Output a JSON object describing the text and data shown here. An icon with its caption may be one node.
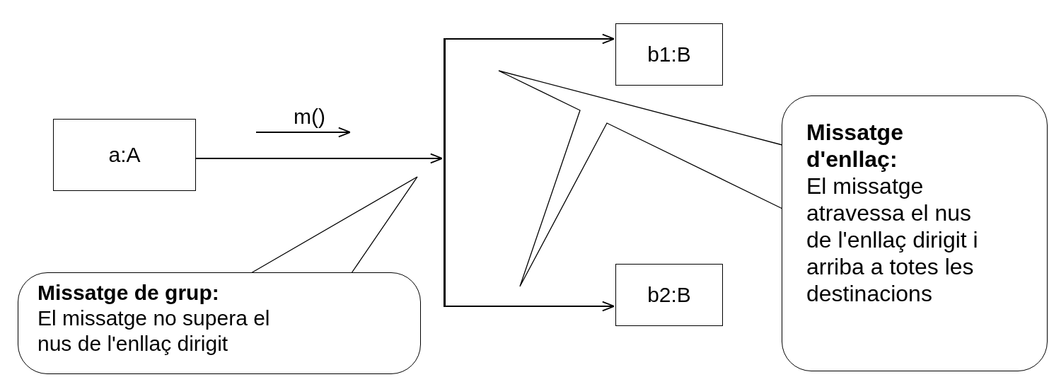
{
  "diagram": {
    "nodes": [
      {
        "text": [
          "a:A"
        ]
      },
      {
        "text": [],
        "shape": "bar"
      },
      {
        "text": [
          "b1:B"
        ]
      },
      {
        "text": [
          "b2:B"
        ]
      },
      {
        "text": [
          "Missatge de grup:",
          "El missatge no supera el nus de l'enllaç dirigit"
        ]
      },
      {
        "text": [
          "Missatge d'enllaç:",
          "El missatge atravessa el nus de l'enllaç dirigit i arriba a totes les destinacions"
        ]
      }
    ],
    "edges": [
      {
        "from": 0,
        "to": 1,
        "arrow": "to"
      },
      {
        "from": 1,
        "to": 2,
        "arrow": "to"
      },
      {
        "from": 1,
        "to": 3,
        "arrow": "to"
      },
      {
        "from": 4,
        "to": null,
        "arrow": "none"
      },
      {
        "from": 5,
        "to": null,
        "arrow": "none"
      }
    ],
    "labels": [
      "m()"
    ]
  }
}
